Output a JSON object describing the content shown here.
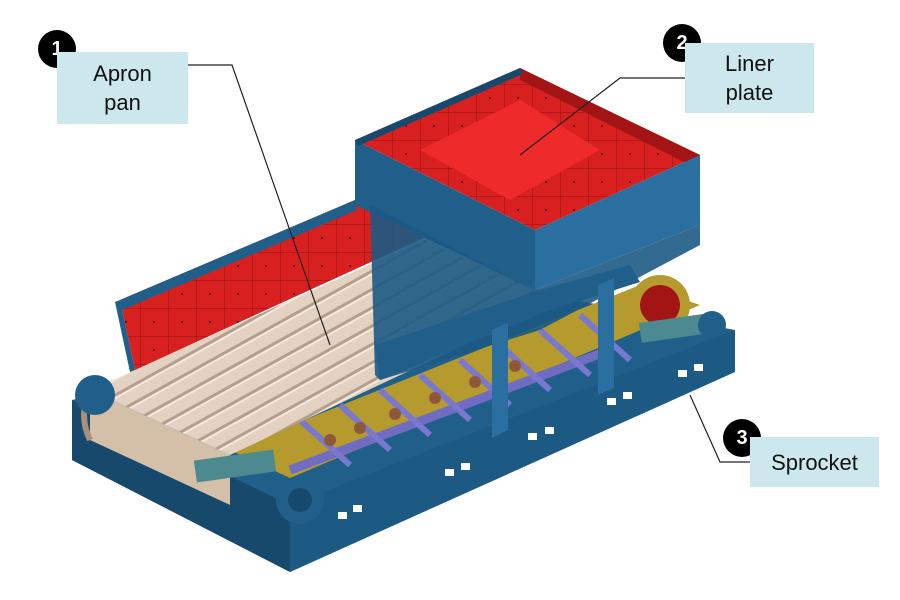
{
  "callouts": [
    {
      "number": "1",
      "line1": "Apron",
      "line2": "pan"
    },
    {
      "number": "2",
      "line1": "Liner",
      "line2": "plate"
    },
    {
      "number": "3",
      "line1": "Sprocket"
    }
  ],
  "colors": {
    "label_background": "#cde8ec",
    "frame_blue": "#1f5f8a",
    "liner_red": "#d91f1f",
    "apron_tan": "#ddc9b5",
    "crossbar_purple": "#6f6cc2",
    "chain_yellow": "#c9b43a"
  }
}
